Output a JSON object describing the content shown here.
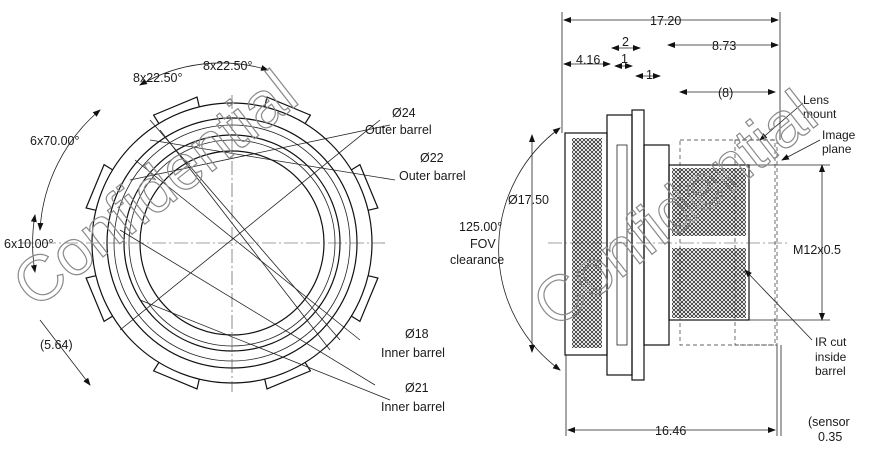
{
  "front_view": {
    "angle_top_left": "8x22.50°",
    "angle_top_right": "8x22.50°",
    "angle_left_large": "6x70.00°",
    "angle_left_small": "6x10.00°",
    "dim_5_64": "(5.64)",
    "d24_value": "Ø24",
    "d24_label": "Outer barrel",
    "d22_value": "Ø22",
    "d22_label": "Outer barrel",
    "d18_value": "Ø18",
    "d18_label": "Inner barrel",
    "d21_value": "Ø21",
    "d21_label": "Inner barrel"
  },
  "side_view": {
    "overall_length": "17.20",
    "dim_2": "2",
    "dim_1_top": "1",
    "dim_1_mid": "1",
    "dim_4_16": "4.16",
    "dim_8_73": "8.73",
    "dim_8": "(8)",
    "dia_17_50": "Ø17.50",
    "fov_line1": "125.00°",
    "fov_line2": "FOV",
    "fov_line3": "clearance",
    "thread": "M12x0.5",
    "lens_mount_line1": "Lens",
    "lens_mount_line2": "mount",
    "image_plane_line1": "Image",
    "image_plane_line2": "plane",
    "ir_line1": "IR cut",
    "ir_line2": "inside",
    "ir_line3": "barrel",
    "bottom_length": "16.46",
    "sensor_line1": "(sensor",
    "sensor_line2": "0.35"
  },
  "watermark": "Confidential"
}
